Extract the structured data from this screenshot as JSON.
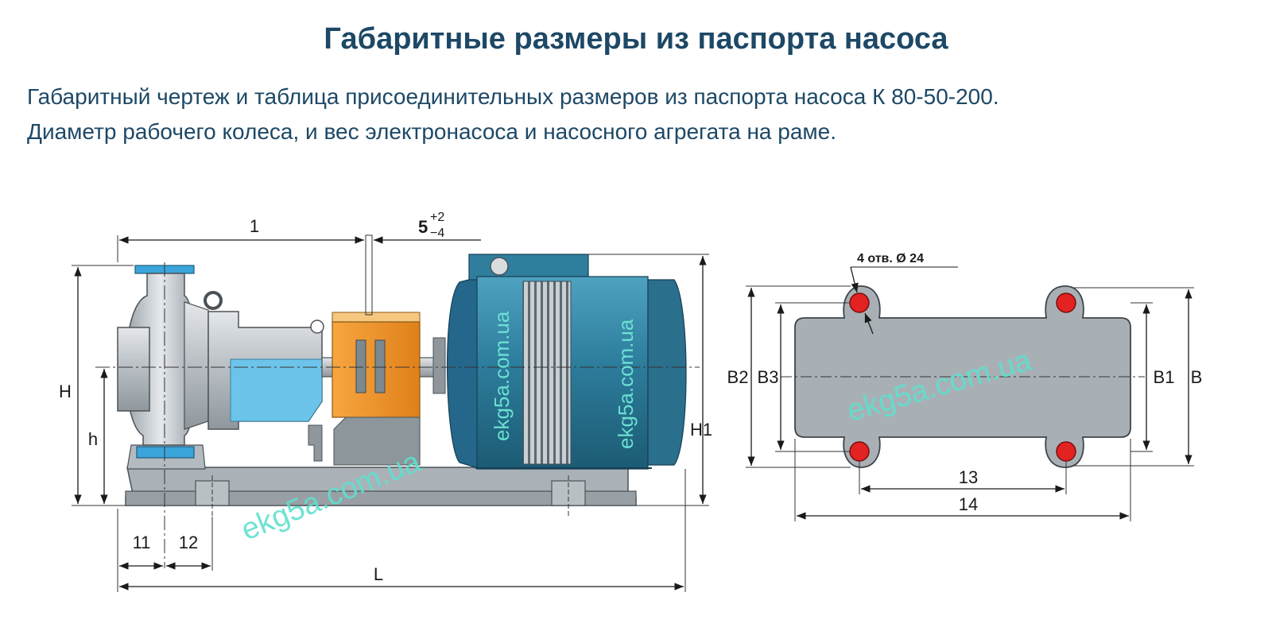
{
  "header": {
    "title": "Габаритные размеры из паспорта насоса",
    "line1": "Габаритный чертеж и таблица присоединительных размеров из паспорта насоса К 80-50-200.",
    "line2": "Диаметр рабочего колеса, и вес электронасоса и насосного агрегата на раме."
  },
  "side_view": {
    "dim_1": "1",
    "dim_5_base": "5",
    "dim_5_sup": "+2",
    "dim_5_sub": "−4",
    "dim_H": "H",
    "dim_h": "h",
    "dim_H1": "H1",
    "dim_11": "11",
    "dim_12": "12",
    "dim_L": "L"
  },
  "plan_view": {
    "holes": "4 отв. Ø 24",
    "dim_B2": "B2",
    "dim_B3": "B3",
    "dim_B1": "B1",
    "dim_B": "B",
    "dim_13": "13",
    "dim_14": "14"
  },
  "watermark": {
    "text": "ekg5a.com.ua"
  },
  "colors": {
    "title": "#1d4866",
    "motor": "#2e7f9e",
    "coupling_guard": "#f2921e",
    "frame": "#a9b1b6",
    "liquid": "#6cc4ea",
    "hole": "#e32222",
    "watermark": "#5ee0cf"
  }
}
